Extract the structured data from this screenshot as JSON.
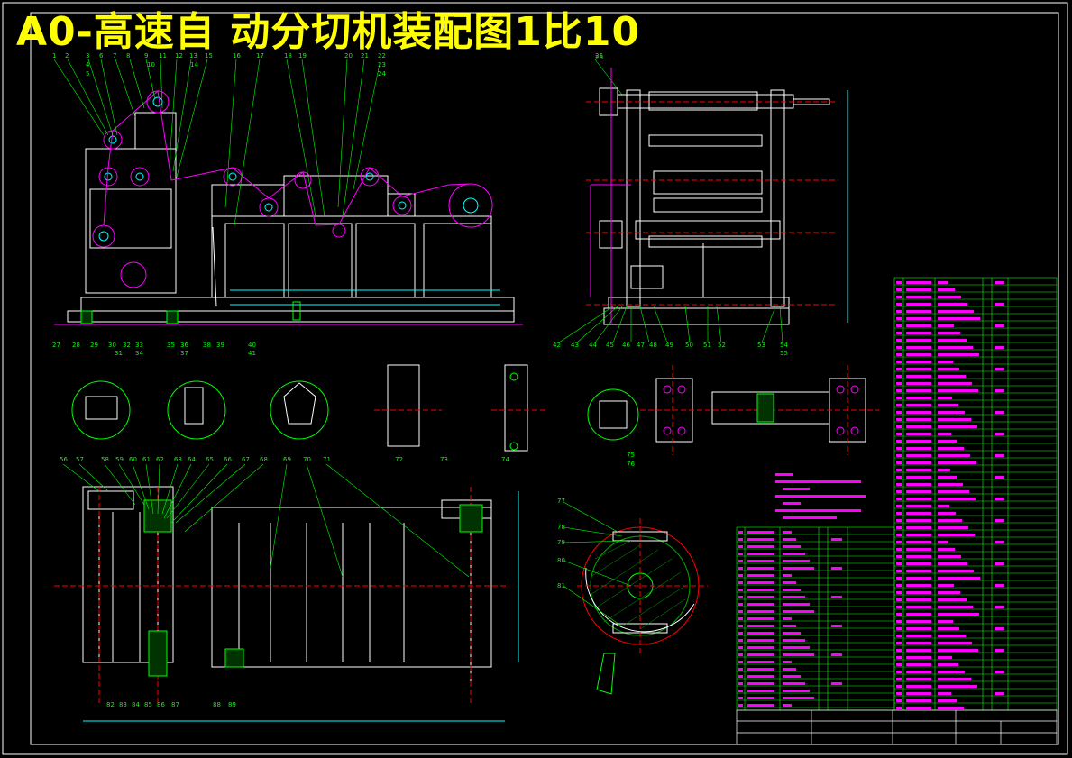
{
  "title": "A0-高速自 动分切机装配图1比10",
  "colors": {
    "background": "#000000",
    "title": "#ffff00",
    "frame": "#ffffff",
    "parts": "#00ff00",
    "annotations": "#ff00ff",
    "centerlines": "#ff0000",
    "details": "#00ffff",
    "hatch": "#00aa00"
  },
  "balloon_numbers_top": [
    "1",
    "2",
    "3",
    "4",
    "5",
    "6",
    "7",
    "8",
    "9",
    "10",
    "11",
    "12",
    "13",
    "14",
    "15",
    "16",
    "17",
    "18",
    "19",
    "20",
    "21",
    "22",
    "23",
    "24",
    "25"
  ],
  "balloon_numbers_mid": [
    "27",
    "28",
    "29",
    "30",
    "31",
    "32",
    "33",
    "34",
    "35",
    "36",
    "37",
    "38",
    "39",
    "40",
    "41",
    "42",
    "43",
    "44",
    "45",
    "46",
    "47",
    "48",
    "49",
    "50",
    "51",
    "52",
    "53",
    "54",
    "55",
    "26"
  ],
  "balloon_numbers_bottom": [
    "56",
    "57",
    "58",
    "59",
    "60",
    "61",
    "62",
    "63",
    "64",
    "65",
    "66",
    "67",
    "68",
    "69",
    "70",
    "71",
    "72",
    "73",
    "74",
    "75",
    "76",
    "77",
    "78",
    "79",
    "80",
    "81",
    "82",
    "83",
    "84",
    "85",
    "86",
    "87",
    "88",
    "89"
  ]
}
